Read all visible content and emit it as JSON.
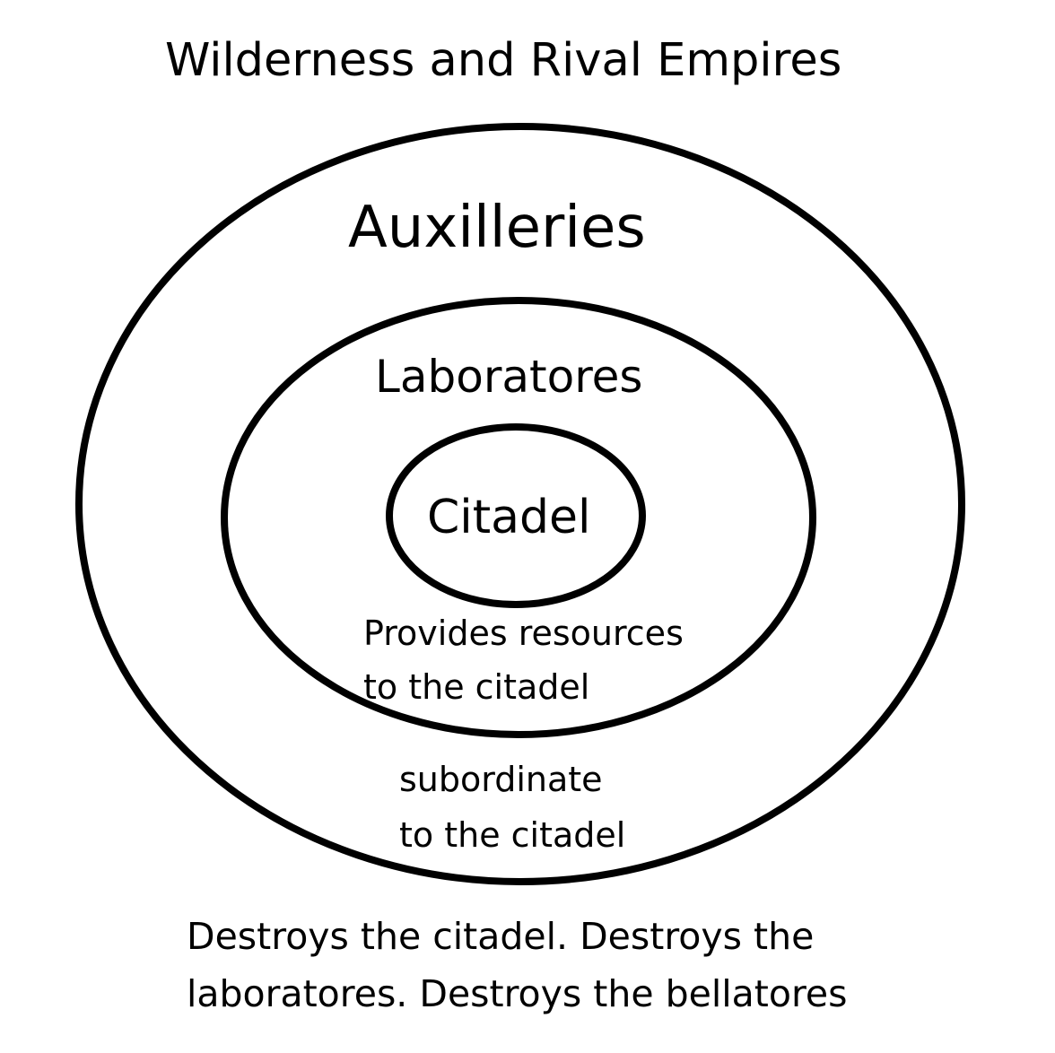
{
  "outer_region": {
    "title": "Wilderness and Rival Empires",
    "note_lines": [
      "Destroys the citadel. Destroys the",
      "laboratores. Destroys the bellatores"
    ]
  },
  "auxilleries": {
    "label": "Auxilleries",
    "note_lines": [
      "subordinate",
      "to the citadel"
    ]
  },
  "laboratores": {
    "label": "Laboratores",
    "note_lines": [
      "Provides resources",
      "to the citadel"
    ]
  },
  "citadel": {
    "label": "Citadel"
  },
  "colors": {
    "ring_stroke": "#000000",
    "text": "#000000",
    "background": "#ffffff"
  }
}
